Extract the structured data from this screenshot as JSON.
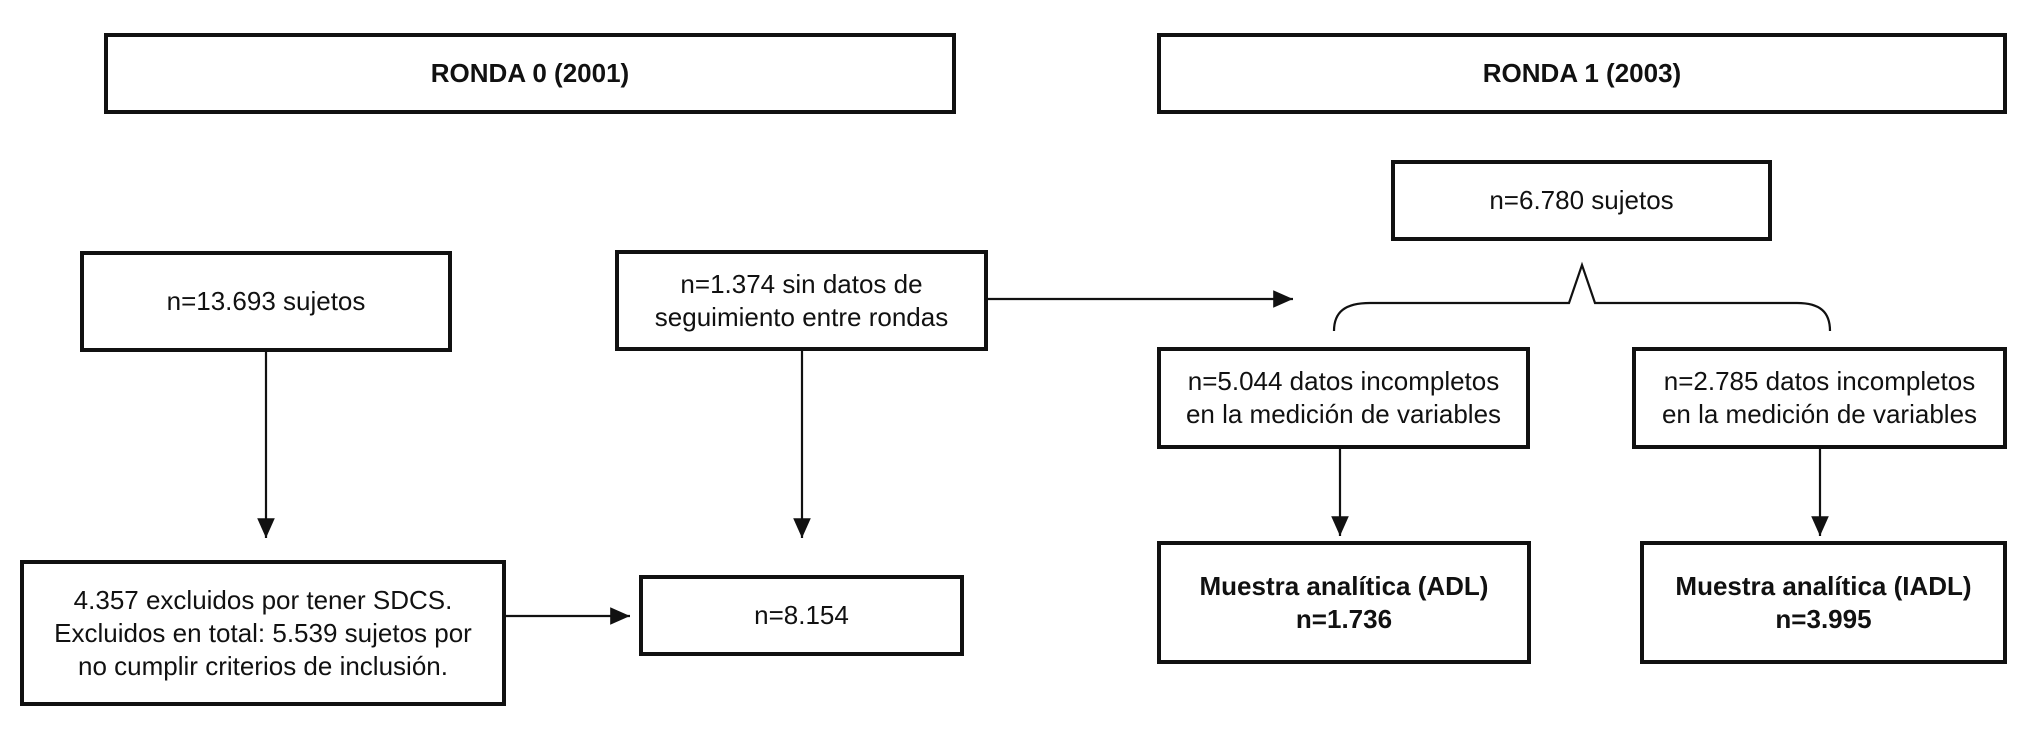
{
  "headers": {
    "ronda0": "RONDA 0 (2001)",
    "ronda1": "RONDA 1 (2003)"
  },
  "nodes": {
    "sujetos_r0": [
      "n=13.693 sujetos"
    ],
    "excluidos": [
      "4.357 excluidos por tener SDCS.",
      "Excluidos en total: 5.539 sujetos por",
      "no cumplir criterios de inclusión."
    ],
    "sin_seguimiento": [
      "n=1.374 sin datos de",
      "seguimiento entre rondas"
    ],
    "n_8154": [
      "n=8.154"
    ],
    "sujetos_r1": [
      "n=6.780 sujetos"
    ],
    "incompletos_adl": [
      "n=5.044 datos incompletos",
      "en la medición de variables"
    ],
    "incompletos_iadl": [
      "n=2.785 datos incompletos",
      "en la medición de variables"
    ],
    "muestra_adl": [
      "Muestra analítica (ADL)",
      "n=1.736"
    ],
    "muestra_iadl": [
      "Muestra analítica (IADL)",
      "n=3.995"
    ]
  },
  "edges": [
    {
      "from": "sujetos_r0",
      "to": "excluidos"
    },
    {
      "from": "excluidos",
      "to": "n_8154"
    },
    {
      "from": "sin_seguimiento",
      "to": "n_8154"
    },
    {
      "from": "sin_seguimiento",
      "to": "sujetos_r1"
    },
    {
      "from": "sujetos_r1",
      "to": [
        "incompletos_adl",
        "incompletos_iadl"
      ]
    },
    {
      "from": "incompletos_adl",
      "to": "muestra_adl"
    },
    {
      "from": "incompletos_iadl",
      "to": "muestra_iadl"
    }
  ]
}
